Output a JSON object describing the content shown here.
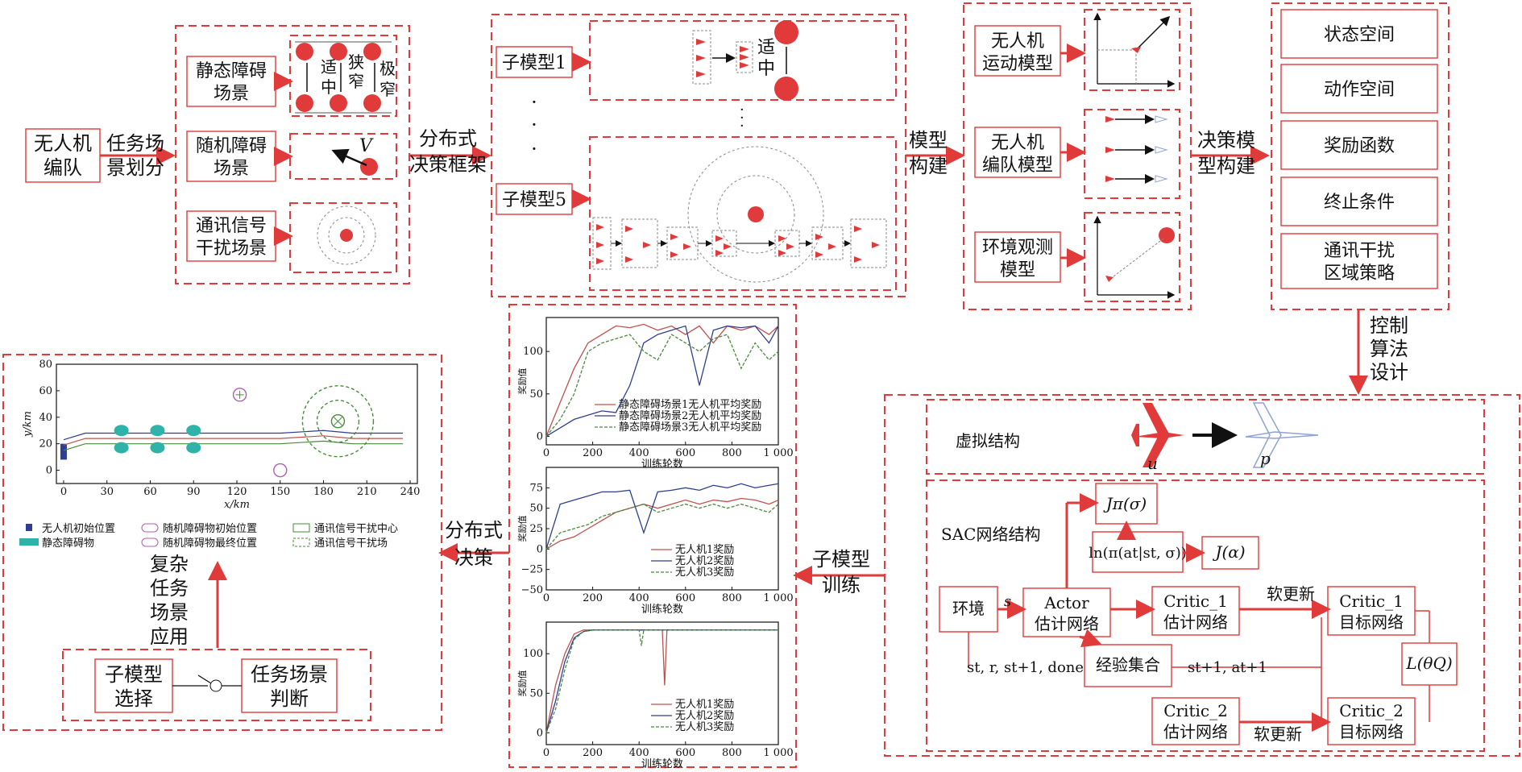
{
  "left_input": {
    "line1": "无人机",
    "line2": "编队"
  },
  "arrow_task_division": {
    "line1": "任务场",
    "line2": "景划分"
  },
  "scenes": {
    "static": {
      "line1": "静态障碍",
      "line2": "场景"
    },
    "random": {
      "line1": "随机障碍",
      "line2": "场景"
    },
    "comm": {
      "line1": "通讯信号",
      "line2": "干扰场景"
    },
    "gap_labels": [
      "适",
      "中",
      "狭",
      "窄",
      "极",
      "窄"
    ],
    "velocity_label": "V"
  },
  "arrow_distributed_framework": {
    "line1": "分布式",
    "line2": "决策框架"
  },
  "submodels": {
    "first": "子模型1",
    "last": "子模型5",
    "ellipsis": "·",
    "gap_label": [
      "适",
      "中"
    ]
  },
  "arrow_model_build": {
    "line1": "模型",
    "line2": "构建"
  },
  "models": {
    "motion": {
      "line1": "无人机",
      "line2": "运动模型"
    },
    "formation": {
      "line1": "无人机",
      "line2": "编队模型"
    },
    "observation": {
      "line1": "环境观测",
      "line2": "模型"
    }
  },
  "arrow_decision_build": {
    "line1": "决策模",
    "line2": "型构建"
  },
  "rl_elements": [
    "状态空间",
    "动作空间",
    "奖励函数",
    "终止条件",
    "通讯干扰",
    "区域策略"
  ],
  "arrow_control": [
    "控制",
    "算法",
    "设计"
  ],
  "virtual_structure": {
    "label": "虚拟结构",
    "u": "u",
    "p": "p"
  },
  "sac": {
    "title": "SAC网络结构",
    "env": "环境",
    "actor": {
      "line1": "Actor",
      "line2": "估计网络"
    },
    "critic1_est": {
      "line1": "Critic_1",
      "line2": "估计网络"
    },
    "critic1_tgt": {
      "line1": "Critic_1",
      "line2": "目标网络"
    },
    "critic2_est": {
      "line1": "Critic_2",
      "line2": "估计网络"
    },
    "critic2_tgt": {
      "line1": "Critic_2",
      "line2": "目标网络"
    },
    "buffer": "经验集合",
    "j_pi": "Jπ(σ)",
    "ln_pi": "ln(π(at|st, σ))",
    "j_alpha": "J(α)",
    "loss": "L(θQ)",
    "soft_update": "软更新",
    "soft_update2": "软更新",
    "s_label": "s",
    "transition": "st, r, st+1, done",
    "next": "st+1, at+1"
  },
  "arrow_submodel_training": {
    "line1": "子模型",
    "line2": "训练"
  },
  "arrow_distributed_decision": {
    "line1": "分布式",
    "line2": "决策"
  },
  "charts_panel": {
    "xlabel": "训练轮数",
    "ylabel": "奖励值"
  },
  "chart_data": [
    {
      "type": "line",
      "xlabel": "训练轮数",
      "ylabel": "奖励值",
      "xlim": [
        0,
        1000
      ],
      "ylim": [
        -10,
        140
      ],
      "xticks": [
        "0",
        "200",
        "400",
        "600",
        "800",
        "1 000"
      ],
      "yticks": [
        "0",
        "50",
        "100"
      ],
      "legend_position": "lower-right",
      "series": [
        {
          "name": "静态障碍场景1无人机平均奖励",
          "color": "#c0504d",
          "x": [
            0,
            60,
            120,
            180,
            240,
            300,
            360,
            420,
            480,
            540,
            600,
            660,
            720,
            780,
            840,
            900,
            960,
            1000
          ],
          "y": [
            0,
            40,
            80,
            110,
            120,
            130,
            128,
            132,
            125,
            130,
            120,
            130,
            110,
            130,
            125,
            130,
            120,
            130
          ]
        },
        {
          "name": "静态障碍场景2无人机平均奖励",
          "color": "#2f3f8f",
          "x": [
            0,
            60,
            120,
            180,
            240,
            300,
            360,
            420,
            480,
            540,
            600,
            660,
            720,
            780,
            840,
            900,
            960,
            1000
          ],
          "y": [
            0,
            10,
            20,
            25,
            30,
            28,
            60,
            110,
            120,
            125,
            130,
            60,
            125,
            130,
            128,
            130,
            110,
            130
          ]
        },
        {
          "name": "静态障碍场景3无人机平均奖励",
          "color": "#4a8a3a",
          "x": [
            0,
            60,
            120,
            180,
            240,
            300,
            360,
            420,
            480,
            540,
            600,
            660,
            720,
            780,
            840,
            900,
            960,
            1000
          ],
          "y": [
            0,
            20,
            50,
            100,
            110,
            115,
            120,
            100,
            90,
            120,
            110,
            100,
            115,
            120,
            80,
            110,
            90,
            100
          ]
        }
      ]
    },
    {
      "type": "line",
      "xlabel": "训练轮数",
      "ylabel": "奖励值",
      "xlim": [
        0,
        1000
      ],
      "ylim": [
        -50,
        100
      ],
      "xticks": [
        "0",
        "200",
        "400",
        "600",
        "800",
        "1 000"
      ],
      "yticks": [
        "−50",
        "−25",
        "0",
        "25",
        "50",
        "75"
      ],
      "legend_position": "lower-right",
      "series": [
        {
          "name": "无人机1奖励",
          "color": "#c0504d",
          "x": [
            0,
            60,
            120,
            180,
            240,
            300,
            360,
            420,
            480,
            540,
            600,
            660,
            720,
            780,
            840,
            900,
            960,
            1000
          ],
          "y": [
            0,
            10,
            15,
            25,
            35,
            45,
            50,
            55,
            50,
            55,
            60,
            55,
            60,
            58,
            62,
            60,
            55,
            60
          ]
        },
        {
          "name": "无人机2奖励",
          "color": "#2f3f8f",
          "x": [
            0,
            60,
            120,
            180,
            240,
            300,
            360,
            420,
            480,
            540,
            600,
            660,
            720,
            780,
            840,
            900,
            960,
            1000
          ],
          "y": [
            0,
            55,
            60,
            65,
            70,
            70,
            72,
            20,
            70,
            72,
            75,
            72,
            78,
            75,
            80,
            75,
            78,
            80
          ]
        },
        {
          "name": "无人机3奖励",
          "color": "#4a8a3a",
          "x": [
            0,
            60,
            120,
            180,
            240,
            300,
            360,
            420,
            480,
            540,
            600,
            660,
            720,
            780,
            840,
            900,
            960,
            1000
          ],
          "y": [
            0,
            20,
            25,
            30,
            40,
            45,
            50,
            55,
            45,
            50,
            55,
            50,
            55,
            50,
            55,
            50,
            45,
            55
          ]
        }
      ]
    },
    {
      "type": "line",
      "xlabel": "训练轮数",
      "ylabel": "奖励值",
      "xlim": [
        0,
        1000
      ],
      "ylim": [
        -15,
        140
      ],
      "xticks": [
        "0",
        "200",
        "400",
        "600",
        "800",
        "1 000"
      ],
      "yticks": [
        "0",
        "50",
        "100"
      ],
      "legend_position": "lower-right",
      "series": [
        {
          "name": "无人机1奖励",
          "color": "#c0504d",
          "x": [
            0,
            40,
            80,
            120,
            160,
            200,
            300,
            400,
            500,
            510,
            520,
            600,
            700,
            800,
            900,
            1000
          ],
          "y": [
            0,
            60,
            100,
            125,
            130,
            130,
            130,
            130,
            130,
            60,
            130,
            130,
            130,
            130,
            130,
            130
          ]
        },
        {
          "name": "无人机2奖励",
          "color": "#2f3f8f",
          "x": [
            0,
            40,
            80,
            120,
            160,
            200,
            300,
            400,
            500,
            600,
            700,
            800,
            900,
            1000
          ],
          "y": [
            0,
            40,
            90,
            120,
            128,
            130,
            130,
            130,
            130,
            130,
            130,
            130,
            130,
            130
          ]
        },
        {
          "name": "无人机3奖励",
          "color": "#4a8a3a",
          "x": [
            0,
            40,
            80,
            120,
            160,
            200,
            300,
            400,
            410,
            420,
            500,
            600,
            700,
            800,
            900,
            1000
          ],
          "y": [
            0,
            30,
            80,
            118,
            128,
            130,
            130,
            130,
            110,
            130,
            130,
            130,
            130,
            130,
            130,
            130
          ]
        }
      ]
    },
    {
      "type": "scatter",
      "xlabel": "x/km",
      "ylabel": "y/km",
      "xlim": [
        -5,
        245
      ],
      "ylim": [
        -10,
        80
      ],
      "xticks": [
        "0",
        "30",
        "60",
        "90",
        "120",
        "150",
        "180",
        "210",
        "240"
      ],
      "yticks": [
        "0",
        "20",
        "40",
        "60",
        "80"
      ],
      "legend": [
        "无人机初始位置",
        "静态障碍物",
        "随机障碍物初始位置",
        "随机障碍物最终位置",
        "通讯信号干扰中心",
        "通讯信号干扰场"
      ],
      "series": [
        {
          "name": "静态障碍物",
          "x": [
            40,
            40,
            65,
            65,
            90,
            90
          ],
          "y": [
            30,
            17,
            30,
            17,
            30,
            17
          ]
        },
        {
          "name": "随机障碍物初始位置",
          "x": [
            150
          ],
          "y": [
            0
          ]
        },
        {
          "name": "随机障碍物最终位置",
          "x": [
            122
          ],
          "y": [
            57
          ]
        },
        {
          "name": "通讯信号干扰中心",
          "x": [
            190
          ],
          "y": [
            37
          ]
        }
      ]
    }
  ],
  "bottom_left": {
    "side_text": [
      "复杂",
      "任务",
      "场景",
      "应用"
    ],
    "submodel_select": {
      "line1": "子模型",
      "line2": "选择"
    },
    "scene_judge": {
      "line1": "任务场景",
      "line2": "判断"
    }
  },
  "colors": {
    "accent": "#e03a3a",
    "teal": "#2fb3a8",
    "navy": "#2f3f8f",
    "green": "#4a8a3a"
  }
}
